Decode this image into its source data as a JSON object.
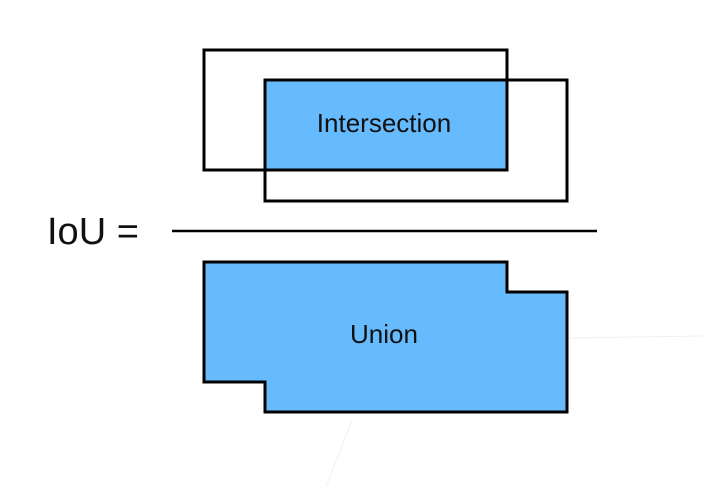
{
  "formula": {
    "lhs": "IoU ="
  },
  "numerator": {
    "label": "Intersection"
  },
  "denominator": {
    "label": "Union"
  },
  "colors": {
    "fill": "#66bbff",
    "stroke": "#000000",
    "background": "#ffffff",
    "faint_line": "#f0f0f0"
  }
}
